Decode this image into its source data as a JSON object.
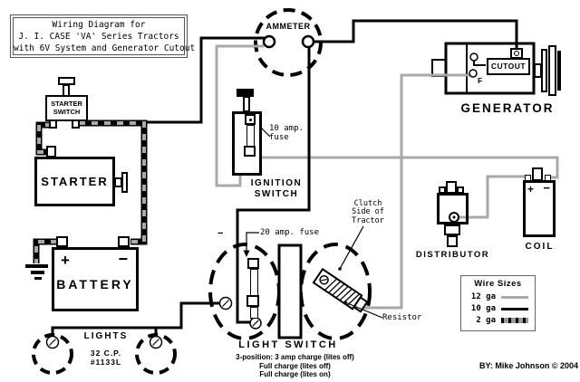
{
  "title": {
    "line1": "Wiring Diagram for",
    "line2": "J. I. CASE 'VA' Series Tractors",
    "line3": "with 6V System and Generator Cutout"
  },
  "ammeter": {
    "label": "AMMETER"
  },
  "generator": {
    "label": "GENERATOR",
    "cutout": "CUTOUT",
    "field": "F"
  },
  "starter_switch": {
    "line1": "STARTER",
    "line2": "SWITCH"
  },
  "starter": {
    "label": "STARTER"
  },
  "battery": {
    "label": "BATTERY",
    "plus": "+",
    "minus": "−"
  },
  "ignition_switch": {
    "line1": "IGNITION",
    "line2": "SWITCH",
    "fuse_line1": "10 amp.",
    "fuse_line2": "fuse"
  },
  "light_switch": {
    "label": "LIGHT SWITCH",
    "fuse": "20 amp. fuse",
    "minus": "−",
    "desc1": "3-position: 3 amp charge (lites off)",
    "desc2": "Full charge (lites off)",
    "desc3": "Full charge (lites on)"
  },
  "distributor": {
    "label": "DISTRIBUTOR"
  },
  "coil": {
    "label": "COIL",
    "plus": "+",
    "minus": "−"
  },
  "lights": {
    "label": "LIGHTS",
    "cp": "32 C.P.",
    "bulb": "#1133L"
  },
  "clutch_note": {
    "line1": "Clutch",
    "line2": "Side of",
    "line3": "Tractor"
  },
  "resistor_label": "Resistor",
  "legend": {
    "title": "Wire Sizes",
    "rows": [
      {
        "label": "12 ga"
      },
      {
        "label": "10 ga"
      },
      {
        "label": "2 ga"
      }
    ]
  },
  "credit": "BY: Mike Johnson © 2004",
  "colors": {
    "black_wire": "#000000",
    "gray_wire": "#a8a8a8",
    "background": "#ffffff"
  }
}
